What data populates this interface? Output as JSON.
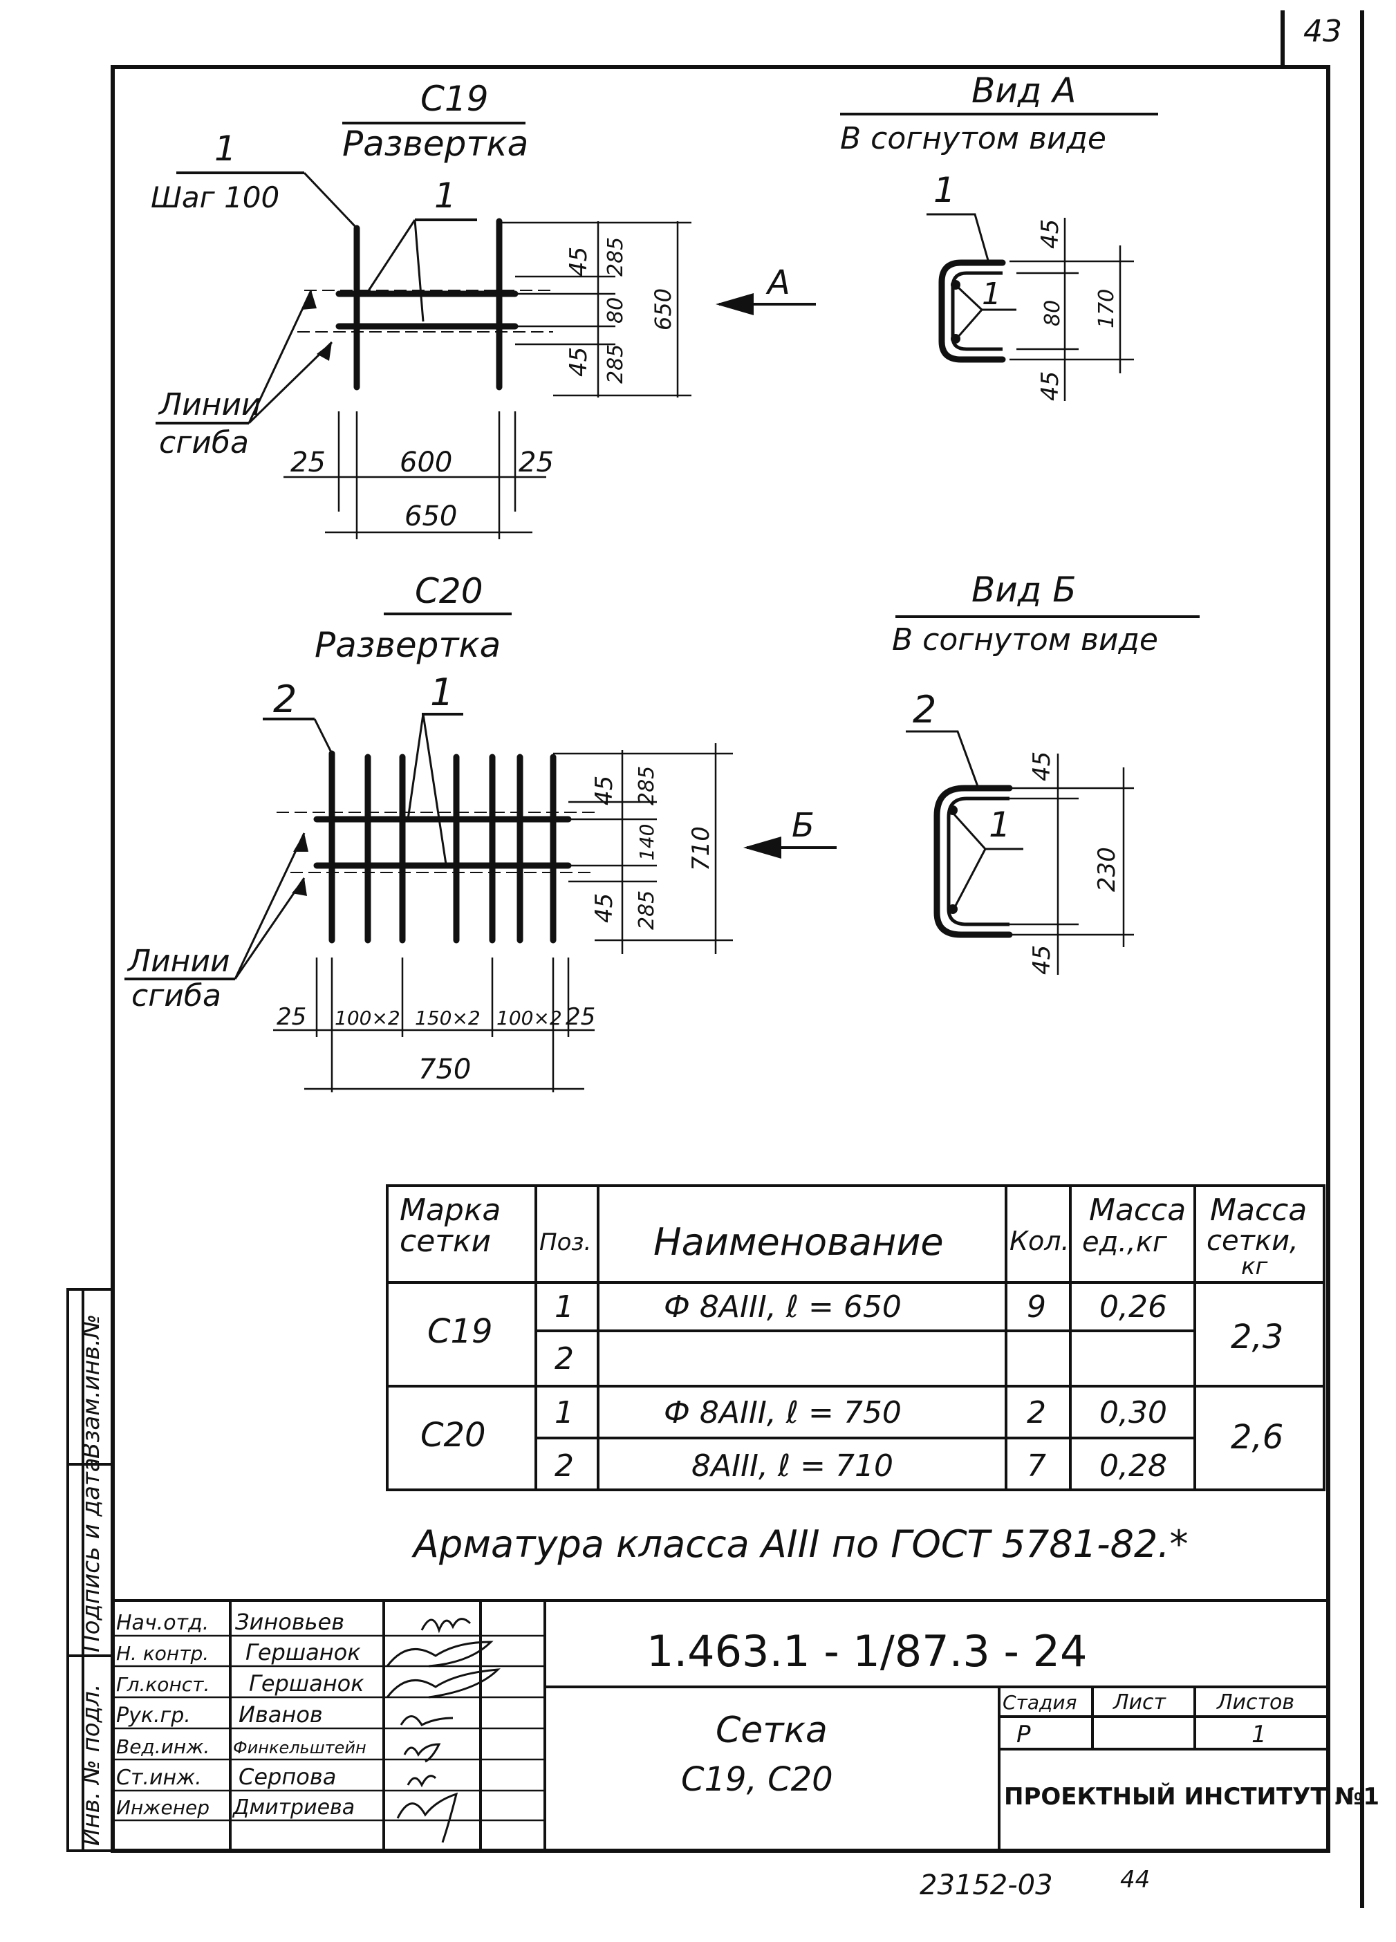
{
  "sheet_number": "43",
  "c19": {
    "title": "С19",
    "subtitle": "Развертка",
    "pos_label": "1",
    "step_label": "Шаг 100",
    "inner_pos_label": "1",
    "bend_lines_label_1": "Линии",
    "bend_lines_label_2": "сгиба",
    "dims": {
      "d45a": "45",
      "d285a": "285",
      "d80": "80",
      "d650v": "650",
      "d45b": "45",
      "d285b": "285",
      "d25a": "25",
      "d600": "600",
      "d25b": "25",
      "d650h": "650"
    },
    "arrow_label": "А"
  },
  "view_a": {
    "title": "Вид А",
    "subtitle": "В согнутом виде",
    "pos_label": "1",
    "inner_pos_label": "1",
    "dims": {
      "d45a": "45",
      "d80": "80",
      "d170": "170",
      "d45b": "45"
    }
  },
  "c20": {
    "title": "С20",
    "subtitle": "Развертка",
    "pos_label_2": "2",
    "pos_label_1": "1",
    "bend_lines_label_1": "Линии",
    "bend_lines_label_2": "сгиба",
    "dims": {
      "d45a": "45",
      "d285a": "285",
      "d140": "140",
      "d710": "710",
      "d45b": "45",
      "d285b": "285",
      "d25a": "25",
      "d100a": "100×2",
      "d150": "150×2",
      "d100b": "100×2",
      "d25b": "25",
      "d750": "750"
    },
    "arrow_label": "Б"
  },
  "view_b": {
    "title": "Вид Б",
    "subtitle": "В согнутом виде",
    "pos_label": "2",
    "inner_pos_label": "1",
    "dims": {
      "d45a": "45",
      "d230": "230",
      "d45b": "45"
    }
  },
  "spec_table": {
    "headers": {
      "mark_1": "Марка",
      "mark_2": "сетки",
      "pos": "Поз.",
      "name": "Наименование",
      "qty": "Кол.",
      "unit_mass_1": "Масса",
      "unit_mass_2": "ед.,кг",
      "mesh_mass_1": "Масса",
      "mesh_mass_2": "сетки,",
      "mesh_mass_3": "кг"
    },
    "rows": [
      {
        "mark": "С19",
        "pos": "1",
        "name": "Ф 8АIII, ℓ = 650",
        "qty": "9",
        "unit_mass": "0,26",
        "mesh_mass": "2,3"
      },
      {
        "mark": "",
        "pos": "2",
        "name": "",
        "qty": "",
        "unit_mass": "",
        "mesh_mass": ""
      },
      {
        "mark": "С20",
        "pos": "1",
        "name": "Ф 8АIII, ℓ = 750",
        "qty": "2",
        "unit_mass": "0,30",
        "mesh_mass": "2,6"
      },
      {
        "mark": "",
        "pos": "2",
        "name": "8АIII, ℓ = 710",
        "qty": "7",
        "unit_mass": "0,28",
        "mesh_mass": ""
      }
    ]
  },
  "note": "Арматура класса АIII по ГОСТ 5781-82.*",
  "side_stamp": {
    "a": "Взам.инв.№",
    "b": "Подпись и дата",
    "c": "Инв. № подл."
  },
  "title_block": {
    "doc_code": "1.463.1 - 1/87.3 - 24",
    "people": [
      {
        "role": "Нач.отд.",
        "name": "Зиновьев"
      },
      {
        "role": "Н. контр.",
        "name": "Гершанок"
      },
      {
        "role": "Гл.конст.",
        "name": "Гершанок"
      },
      {
        "role": "Рук.гр.",
        "name": "Иванов"
      },
      {
        "role": "Вед.инж.",
        "name": "Финкельштейн"
      },
      {
        "role": "Ст.инж.",
        "name": "Серпова"
      },
      {
        "role": "Инженер",
        "name": "Дмитриева"
      }
    ],
    "product_name_1": "Сетка",
    "product_name_2": "С19, С20",
    "stage_header": "Стадия",
    "sheet_header": "Лист",
    "sheets_header": "Листов",
    "stage": "Р",
    "sheet": "",
    "sheets": "1",
    "organization": "ПРОЕКТНЫЙ ИНСТИТУТ №1"
  },
  "footer_code": "23152-03",
  "footer_num": "44"
}
